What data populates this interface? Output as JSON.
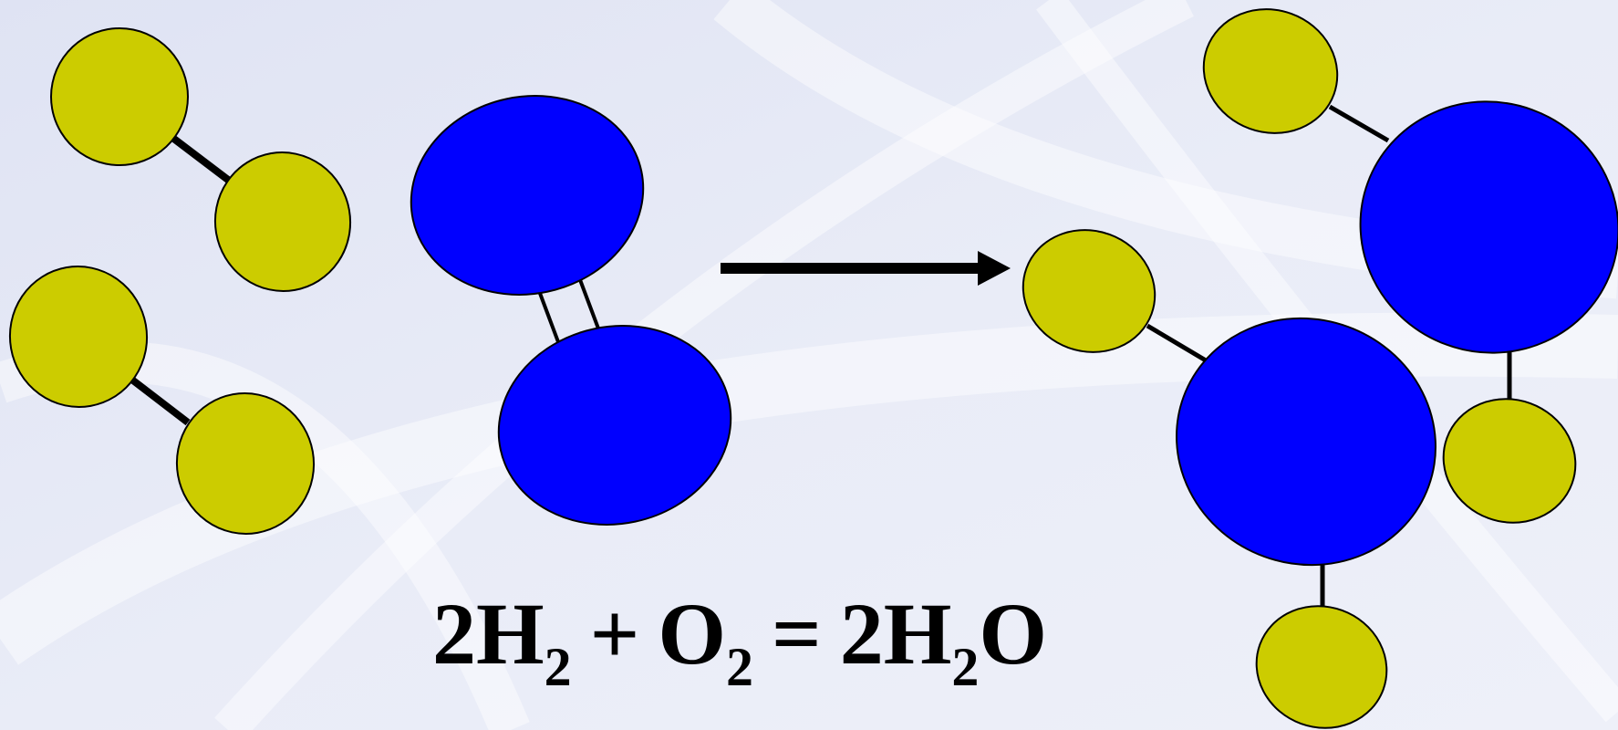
{
  "colors": {
    "background": "#e6eaf6",
    "hydrogen": "#cccc00",
    "oxygen": "#0000ff",
    "bond": "#000000",
    "outline": "#000000",
    "text": "#000000"
  },
  "diagram": {
    "reactants": {
      "hydrogen_molecules": 2,
      "oxygen_molecules": 1,
      "oxygen_bond": "double"
    },
    "products": {
      "water_molecules": 2
    },
    "arrow_icon": "right-arrow-icon"
  },
  "equation": {
    "coef_1": "2",
    "sym_1": "H",
    "sub_1": "2",
    "plus": "+",
    "sym_2": "O",
    "sub_2": "2",
    "equals": "=",
    "coef_2": "2",
    "sym_3": "H",
    "sub_3": "2",
    "sym_4": "O"
  }
}
